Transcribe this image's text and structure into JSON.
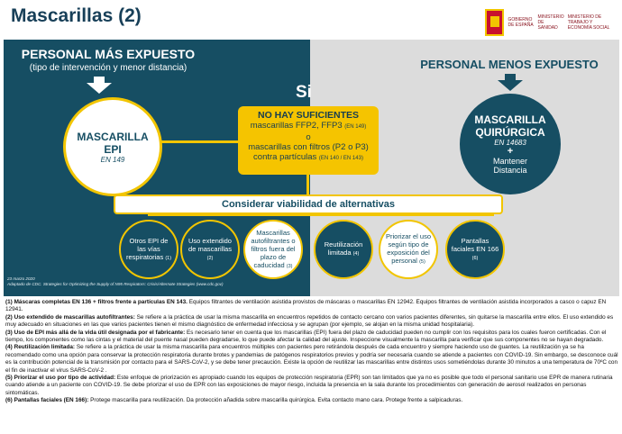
{
  "title": "Mascarillas (2)",
  "logo": {
    "org": "GOBIERNO DE ESPAÑA",
    "ministry": "MINISTERIO DE SANIDAD",
    "extra": "MINISTERIO DE TRABAJO Y ECONOMÍA SOCIAL"
  },
  "left": {
    "heading": "PERSONAL MÁS EXPUESTO",
    "subheading": "(tipo de intervención y menor distancia)",
    "circle_title_1": "MASCARILLA",
    "circle_title_2": "EPI",
    "circle_std": "EN 149"
  },
  "right": {
    "heading": "PERSONAL MENOS EXPUESTO",
    "circle_title_1": "MASCARILLA",
    "circle_title_2": "QUIRÚRGICA",
    "circle_std": "EN 14683",
    "plus": "+",
    "extra_1": "Mantener",
    "extra_2": "Distancia"
  },
  "si_label": "Si",
  "shortage": {
    "title": "NO HAY SUFICIENTES",
    "line1": "mascarillas FFP2, FFP3",
    "line1_std": "(EN 149)",
    "or": "o",
    "line2": "mascarillas con filtros (P2 o P3)",
    "line3": "contra partículas",
    "line3_std": "(EN 140 / EN 143)"
  },
  "alternatives_label": "Considerar viabilidad de alternativas",
  "options": [
    {
      "text": "Otros EPI de las vías respiratorias",
      "ref": "(1)",
      "style": "blue"
    },
    {
      "text": "Uso extendido de mascarillas",
      "ref": "(2)",
      "style": "blue"
    },
    {
      "text": "Mascarillas autofiltrantes o filtros fuera del plazo de caducidad",
      "ref": "(3)",
      "style": "white"
    },
    {
      "text": "Reutilización limitada",
      "ref": "(4)",
      "style": "blue"
    },
    {
      "text": "Priorizar el uso según tipo de exposición del personal",
      "ref": "(5)",
      "style": "white"
    },
    {
      "text": "Pantallas faciales EN 166",
      "ref": "(6)",
      "style": "blue"
    }
  ],
  "source": {
    "date": "23 marzo 2020",
    "text": "Adaptado de CDC. Strategies for Optimizing the Supply of N95 Respirators: Crisis/Alternate Strategies (www.cdc.gov)"
  },
  "notes": [
    {
      "head": "(1) Máscaras completas EN 136 + filtros frente a partículas EN 143.",
      "body": " Equipos filtrantes de ventilación asistida provistos de máscaras o mascarillas EN 12942. Equipos filtrantes de ventilación asistida incorporados a casco o capuz EN 12941."
    },
    {
      "head": "(2) Uso extendido de mascarillas autofiltrantes:",
      "body": " Se refiere a la práctica de usar la misma mascarilla en encuentros repetidos de contacto cercano con varios pacientes diferentes, sin quitarse la mascarilla entre ellos. El uso extendido es muy adecuado en situaciones en las que varios pacientes tienen el mismo diagnóstico de enfermedad infecciosa y se agrupan (por ejemplo, se alojan en la misma unidad hospitalaria)."
    },
    {
      "head": "(3) Uso de EPI más allá de la vida útil designada por el fabricante:",
      "body": " Es necesario tener en cuenta que los mascarillas (EPI) fuera del plazo de caducidad pueden no cumplir con los requisitos para los cuales fueron certificadas. Con el tiempo, los componentes como las cintas y el material del puente nasal pueden degradarse, lo que puede afectar la calidad del ajuste. Inspeccione visualmente la mascarilla para verificar que sus componentes no se hayan degradado."
    },
    {
      "head": "(4) Reutilización limitada:",
      "body": " Se refiere a la práctica de usar la misma mascarilla para encuentros múltiples con pacientes pero retirándola después de cada encuentro y siempre haciendo uso de guantes. La reutilización ya se ha recomendado como una opción para conservar la protección respiratoria durante brotes y pandemias de patógenos respiratorios previos y podría ser necesaria cuando se atiende a pacientes con COVID-19. Sin embargo, se desconoce cuál es la contribución potencial de la transmisión por contacto para el SARS-CoV-2, y se debe tener precaución. Existe la opción de reutilizar las mascarillas entre distintos usos sometiéndolas durante 30 minutos a una temperatura de 70ºC con el fin de inactivar el virus SARS-CoV-2 ."
    },
    {
      "head": "(5) Priorizar el uso por tipo de actividad:",
      "body": " Este enfoque de priorización es apropiado cuando los equipos de protección respiratoria (EPR) son tan limitados que ya no es posible que todo el personal sanitario use EPR de manera rutinaria cuando atiende a un paciente con COVID-19.  Se debe priorizar el uso de EPR con las exposiciones de mayor riesgo, incluida la presencia en la sala durante los procedimientos con generación de aerosol realizados en personas sintomáticas."
    },
    {
      "head": "(6) Pantallas faciales (EN 166):",
      "body": " Protege mascarilla para reutilización. Da protección añadida sobre mascarilla quirúrgica. Evita contacto mano cara. Protege frente a salpicaduras."
    }
  ]
}
